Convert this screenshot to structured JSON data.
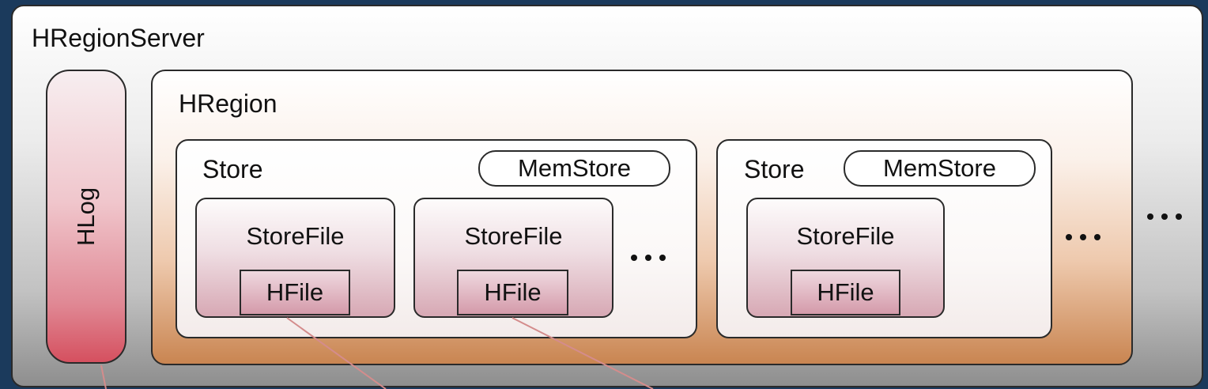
{
  "colors": {
    "background": "#1b3a5c",
    "hlog_fill": "#d5505f",
    "region_fill": "#c98551",
    "hfile_fill": "#d49aaa",
    "connector_line": "#d48c8c"
  },
  "server": {
    "label": "HRegionServer"
  },
  "hlog": {
    "label": "HLog"
  },
  "region": {
    "label": "HRegion"
  },
  "stores": [
    {
      "label": "Store",
      "memstore": "MemStore",
      "storefiles": [
        {
          "label": "StoreFile",
          "hfile": "HFile"
        },
        {
          "label": "StoreFile",
          "hfile": "HFile"
        }
      ]
    },
    {
      "label": "Store",
      "memstore": "MemStore",
      "storefiles": [
        {
          "label": "StoreFile",
          "hfile": "HFile"
        }
      ]
    }
  ]
}
